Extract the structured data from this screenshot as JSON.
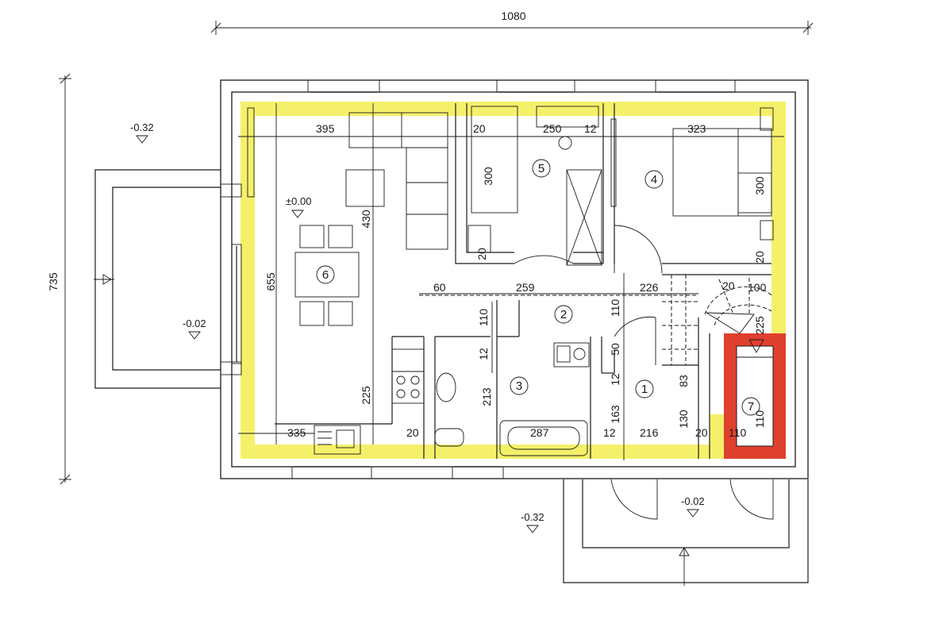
{
  "colors": {
    "paper": "#ffffff",
    "ink": "#1a1a1a",
    "insulation_highlight": "#f5f06a",
    "chimney_highlight": "#e0402e"
  },
  "dimensions": {
    "overall_width": "1080",
    "overall_depth": "735",
    "living_width": "395",
    "living_depth": "655",
    "living_430": "430",
    "living_225": "225",
    "kitchen_335": "335",
    "room5_20": "20",
    "room5_250": "250",
    "room5_12": "12",
    "room5_300": "300",
    "room5_20b": "20",
    "room4_323": "323",
    "room4_300": "300",
    "room4_20": "20",
    "hall_60": "60",
    "hall_259": "259",
    "hall_226": "226",
    "hall_110": "110",
    "stair_20": "20",
    "stair_100": "100",
    "stair_225": "225",
    "bath_110": "110",
    "bath_12": "12",
    "bath_213": "213",
    "bath_287": "287",
    "bath_12b": "12",
    "bath_20": "20",
    "vest_50": "50",
    "vest_12": "12",
    "vest_163": "163",
    "vest_216": "216",
    "vest_130": "130",
    "vest_83": "83",
    "vest_20": "20",
    "boiler_110a": "110",
    "boiler_110b": "110"
  },
  "levels": {
    "terrace_left_top": "-0.32",
    "terrace_left": "-0.02",
    "interior": "±0.00",
    "front_left": "-0.32",
    "front_entry": "-0.02"
  },
  "rooms": {
    "r1": "1",
    "r2": "2",
    "r3": "3",
    "r4": "4",
    "r5": "5",
    "r6": "6",
    "r7": "7"
  }
}
